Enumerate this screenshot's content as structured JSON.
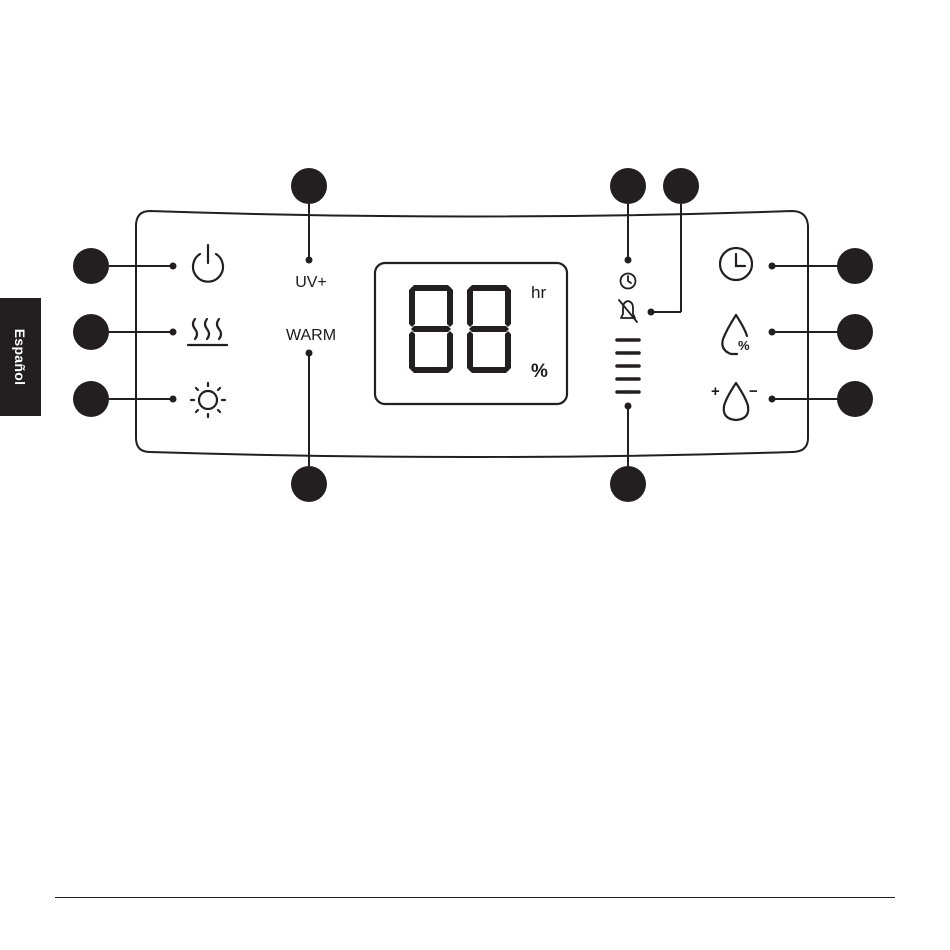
{
  "side_tab": {
    "label": "Español"
  },
  "panel": {
    "uv_label": "UV+",
    "warm_label": "WARM",
    "display_digits": "88",
    "display_unit_hours": "hr",
    "display_unit_percent": "%",
    "humidity_button_percent": "%",
    "mist_plus": "+",
    "mist_minus": "−"
  },
  "icons": {
    "power": "power-icon",
    "warm_mist": "heat-waves-icon",
    "light": "sun-icon",
    "timer_indicator": "clock-icon",
    "sleep_indicator": "bell-off-icon",
    "mist_level": "level-bars-icon",
    "timer_button": "clock-icon",
    "humidity_button": "droplet-percent-icon",
    "mist_button": "droplet-plus-minus-icon"
  },
  "colors": {
    "ink": "#231f20",
    "panel_fill": "#ffffff",
    "callout": "#231f20"
  }
}
